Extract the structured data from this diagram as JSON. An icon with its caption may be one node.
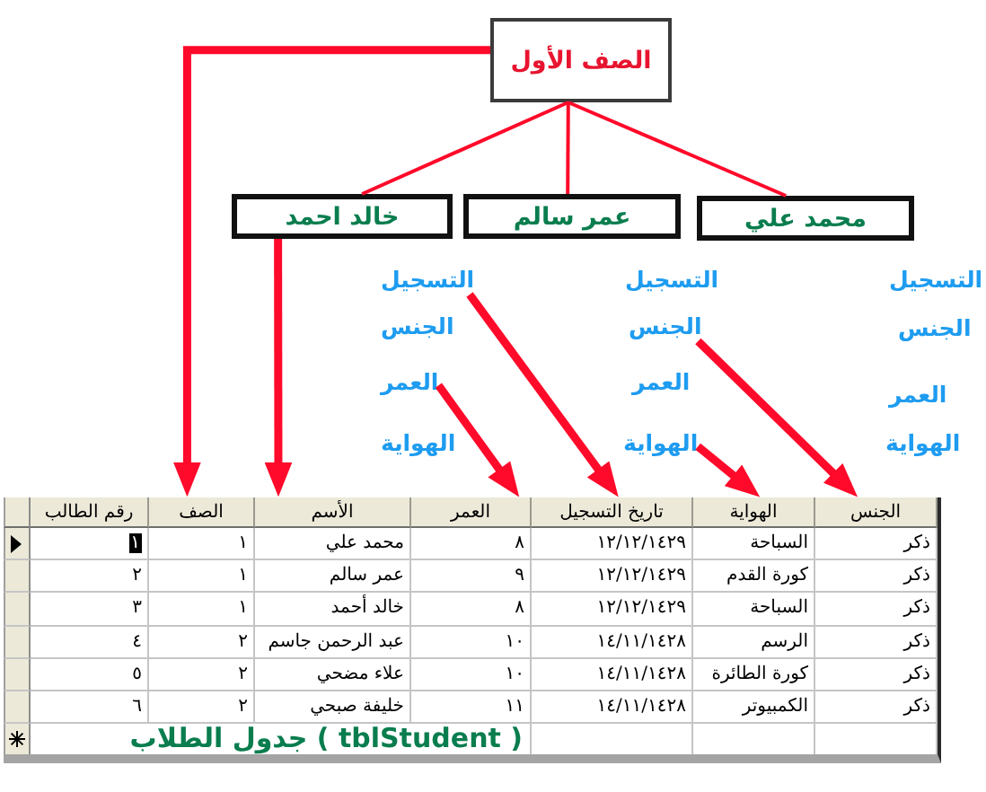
{
  "diagram": {
    "nodes": [
      {
        "text": [
          "الصف الأول"
        ]
      },
      {
        "text": [
          "محمد علي"
        ]
      },
      {
        "text": [
          "عمر سالم"
        ]
      },
      {
        "text": [
          "خالد احمد"
        ]
      },
      {
        "text": [
          "الجنس"
        ]
      },
      {
        "text": [
          "الهواية"
        ]
      },
      {
        "text": [
          "التسجيل"
        ]
      },
      {
        "text": [
          "العمر"
        ]
      },
      {
        "text": [
          "( tblStudent ) جدول الطلاب"
        ]
      },
      {
        "text": [
          "الجنس"
        ],
        "in": 8
      },
      {
        "text": [
          "الهواية"
        ],
        "in": 8
      },
      {
        "text": [
          "تاريخ التسجيل"
        ],
        "in": 8
      },
      {
        "text": [
          "العمر"
        ],
        "in": 8
      },
      {
        "text": [
          "الأسم"
        ],
        "in": 8
      },
      {
        "text": [
          "الصف"
        ],
        "in": 8
      },
      {
        "text": [
          "رقم الطالب"
        ],
        "in": 8
      }
    ],
    "edges": [
      {
        "from": 0,
        "to": 1,
        "arrow": "none"
      },
      {
        "from": 0,
        "to": 2,
        "arrow": "none"
      },
      {
        "from": 0,
        "to": 3,
        "arrow": "none"
      },
      {
        "from": 0,
        "to": 14,
        "arrow": "to"
      },
      {
        "from": 3,
        "to": 13,
        "arrow": "to"
      },
      {
        "from": 4,
        "to": 9,
        "arrow": "to"
      },
      {
        "from": 5,
        "to": 10,
        "arrow": "to"
      },
      {
        "from": 6,
        "to": 11,
        "arrow": "to"
      },
      {
        "from": 7,
        "to": 12,
        "arrow": "to"
      }
    ],
    "labels": [
      "التسجيل",
      "الجنس",
      "العمر",
      "الهواية",
      "التسجيل",
      "العمر",
      "الجنس",
      "الهواية",
      "ذكر",
      "السباحة",
      "١٢/١٢/١٤٢٩",
      "٨",
      "محمد علي",
      "١",
      "١",
      "ذكر",
      "كورة القدم",
      "١٢/١٢/١٤٢٩",
      "٩",
      "عمر سالم",
      "١",
      "٢",
      "ذكر",
      "السباحة",
      "١٢/١٢/١٤٢٩",
      "٨",
      "خالد أحمد",
      "١",
      "٣",
      "ذكر",
      "الرسم",
      "١٤/١١/١٤٢٨",
      "١٠",
      "عبد الرحمن جاسم",
      "٢",
      "٤",
      "ذكر",
      "كورة الطائرة",
      "١٤/١١/١٤٢٨",
      "١٠",
      "علاء مضحي",
      "٢",
      "٥",
      "ذكر",
      "الكمبيوتر",
      "١٤/١١/١٤٢٨",
      "١١",
      "خليفة صبحي",
      "٢",
      "٦"
    ]
  }
}
